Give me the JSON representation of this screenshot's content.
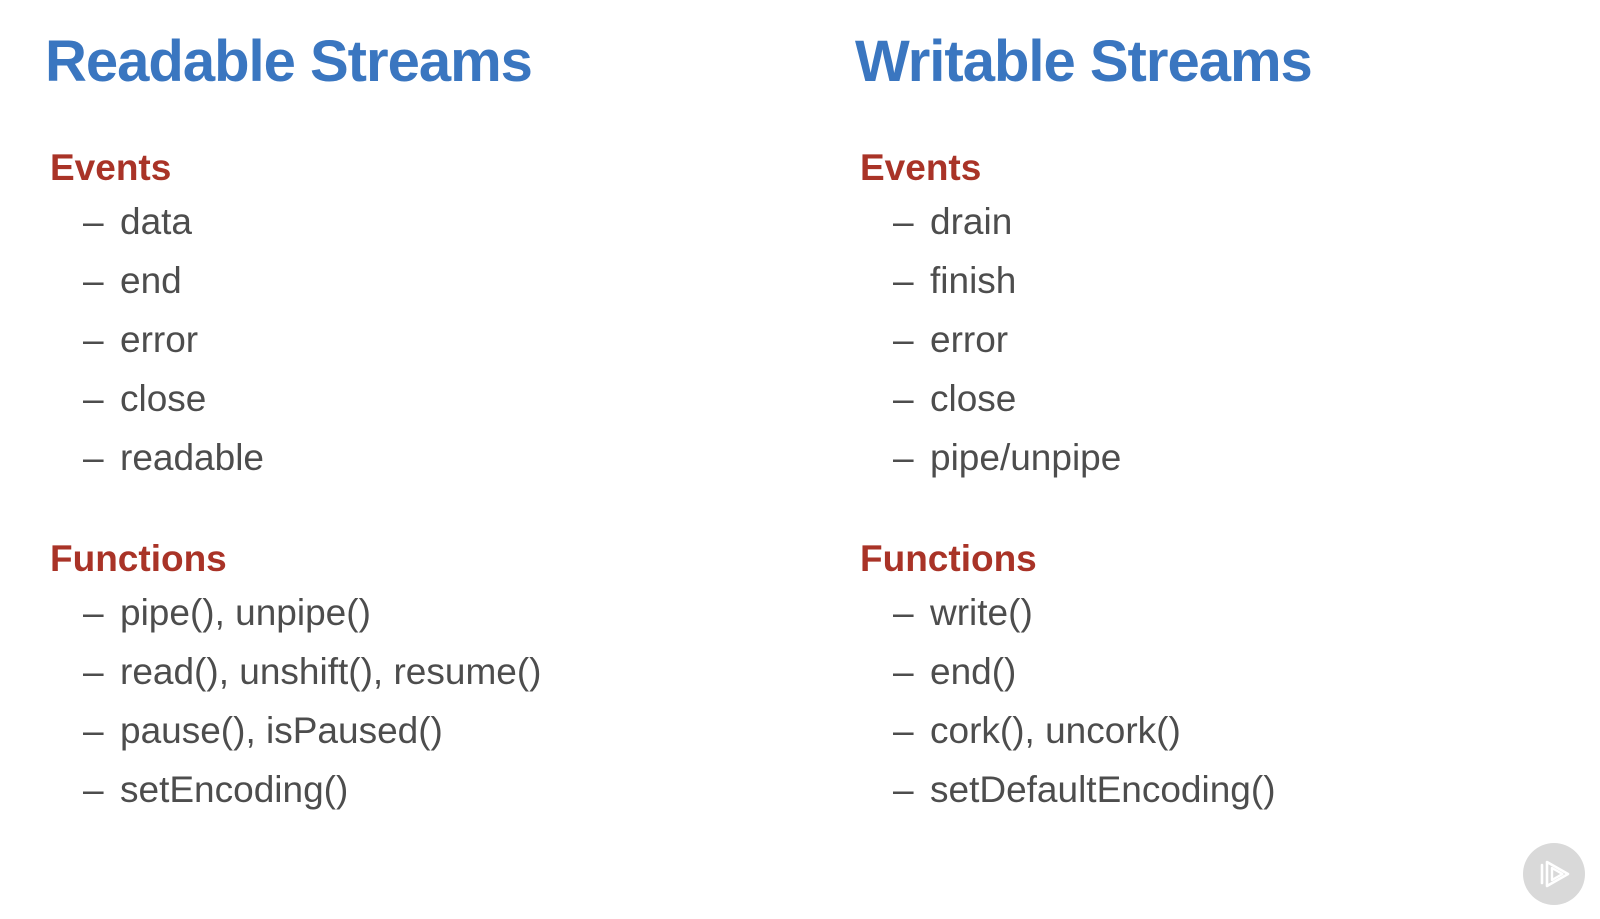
{
  "slide": {
    "bullet": "–",
    "columns": [
      {
        "title": "Readable Streams",
        "events": {
          "heading": "Events",
          "items": [
            "data",
            "end",
            "error",
            "close",
            "readable"
          ]
        },
        "functions": {
          "heading": "Functions",
          "items": [
            "pipe(), unpipe()",
            "read(), unshift(), resume()",
            "pause(), isPaused()",
            "setEncoding()"
          ]
        }
      },
      {
        "title": "Writable Streams",
        "events": {
          "heading": "Events",
          "items": [
            "drain",
            "finish",
            "error",
            "close",
            "pipe/unpipe"
          ]
        },
        "functions": {
          "heading": "Functions",
          "items": [
            "write()",
            "end()",
            "cork(), uncork()",
            "setDefaultEncoding()"
          ]
        }
      }
    ],
    "colors": {
      "title_blue": "#3a76c0",
      "heading_red": "#a93327",
      "body_gray": "#4d4d4d",
      "logo_circle": "#d9d9d9",
      "logo_glyph": "#ffffff"
    },
    "logo_icon": "play-icon"
  }
}
